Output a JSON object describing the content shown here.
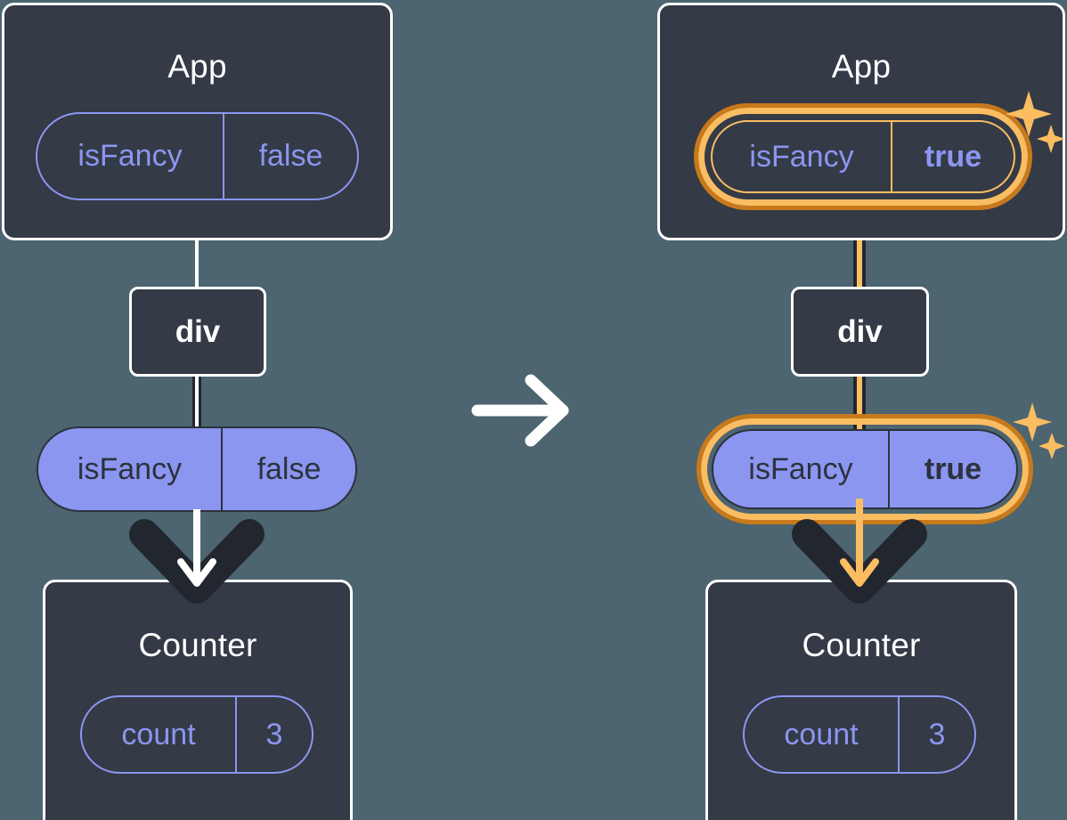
{
  "diagram": {
    "title_left": "App",
    "title_right": "App",
    "background_color": "#4c6570",
    "panel_color": "#343a46",
    "panel_border_color": "#ffffff",
    "pill_purple": "#8b96f0",
    "pill_text_dark": "#2d323d",
    "highlight_orange_light": "#fabd62",
    "highlight_orange_dark": "#c8791b",
    "wire_dark": "#22262f",
    "wire_white": "#ffffff"
  },
  "left": {
    "app": {
      "title": "App",
      "state_pill": {
        "key": "isFancy",
        "value": "false",
        "style": "outline"
      }
    },
    "div": {
      "label": "div"
    },
    "prop_pill": {
      "key": "isFancy",
      "value": "false",
      "style": "filled"
    },
    "counter": {
      "title": "Counter",
      "state_pill": {
        "key": "count",
        "value": "3",
        "style": "outline"
      }
    }
  },
  "right": {
    "app": {
      "title": "App",
      "state_pill": {
        "key": "isFancy",
        "value": "true",
        "style": "outline",
        "highlighted": true,
        "sparkle": true
      }
    },
    "div": {
      "label": "div"
    },
    "prop_pill": {
      "key": "isFancy",
      "value": "true",
      "style": "filled",
      "highlighted": true,
      "sparkle": true
    },
    "counter": {
      "title": "Counter",
      "state_pill": {
        "key": "count",
        "value": "3",
        "style": "outline"
      }
    }
  },
  "transition": {
    "icon": "arrow-right-icon",
    "color": "#ffffff"
  }
}
